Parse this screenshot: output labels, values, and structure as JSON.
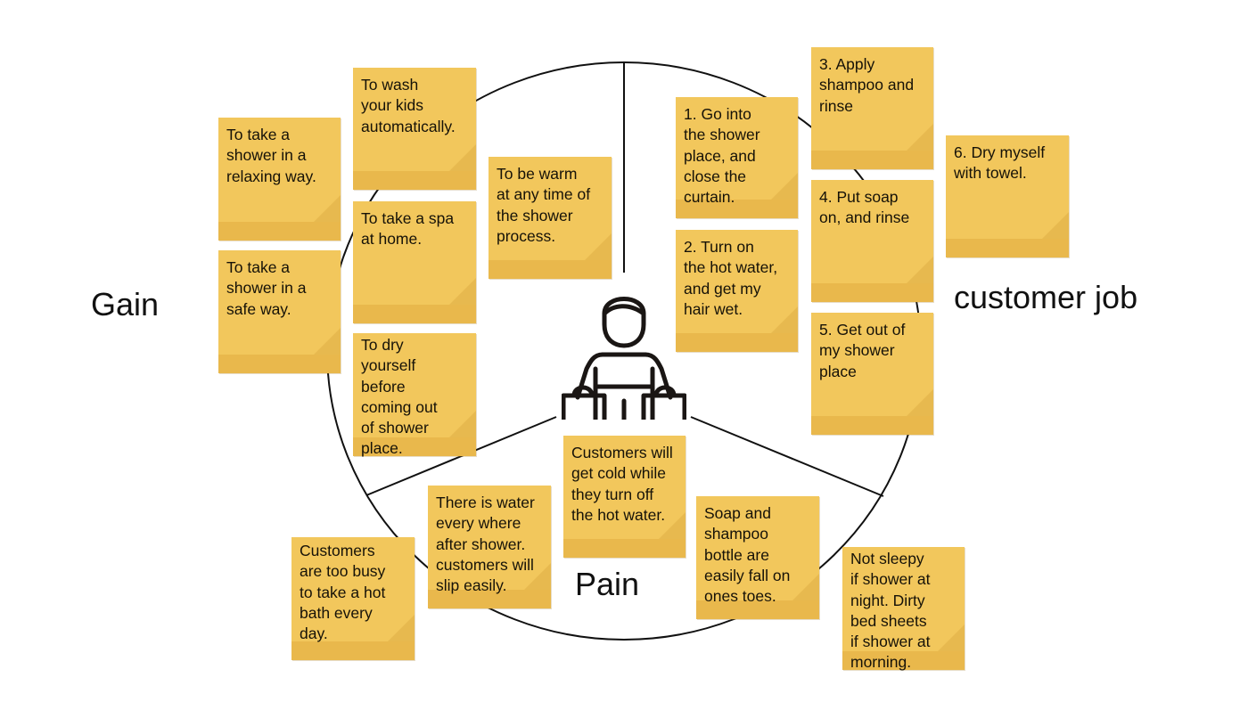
{
  "diagram": {
    "title_labels": {
      "gain": "Gain",
      "customer_job": "customer job",
      "pain": "Pain"
    },
    "center_icon": "person-with-shopping-bags-icon",
    "colors": {
      "note": "#f2c75c",
      "note_band": "#e9b84c",
      "line": "#111111",
      "background": "#ffffff"
    },
    "gain_notes": [
      {
        "text": "To take a\nshower in a\nrelaxing way."
      },
      {
        "text": "To take a\nshower in a\nsafe way."
      },
      {
        "text": "To wash\nyour kids\nautomatically."
      },
      {
        "text": "To take a spa\nat home."
      },
      {
        "text": "To dry\nyourself\nbefore\ncoming out\nof shower\nplace."
      },
      {
        "text": "To be warm\nat any time of\nthe shower\nprocess."
      }
    ],
    "job_notes": [
      {
        "text": "1. Go into\nthe shower\nplace, and\nclose the\ncurtain."
      },
      {
        "text": "2. Turn on\nthe hot water,\nand get my\nhair wet."
      },
      {
        "text": "3. Apply\nshampoo and\nrinse"
      },
      {
        "text": "4. Put soap\non, and rinse"
      },
      {
        "text": "5. Get out of\nmy shower\nplace"
      },
      {
        "text": "6. Dry myself\nwith towel."
      }
    ],
    "pain_notes": [
      {
        "text": "Customers will\nget cold while\nthey turn off\nthe hot water."
      },
      {
        "text": "There is water\nevery where\nafter shower.\ncustomers will\nslip easily."
      },
      {
        "text": "Customers\nare too busy\nto take a hot\nbath every\nday."
      },
      {
        "text": "Soap and\nshampoo\nbottle are\neasily fall on\nones toes."
      },
      {
        "text": "Not sleepy\nif shower at\nnight. Dirty\nbed sheets\nif shower at\nmorning."
      }
    ]
  }
}
